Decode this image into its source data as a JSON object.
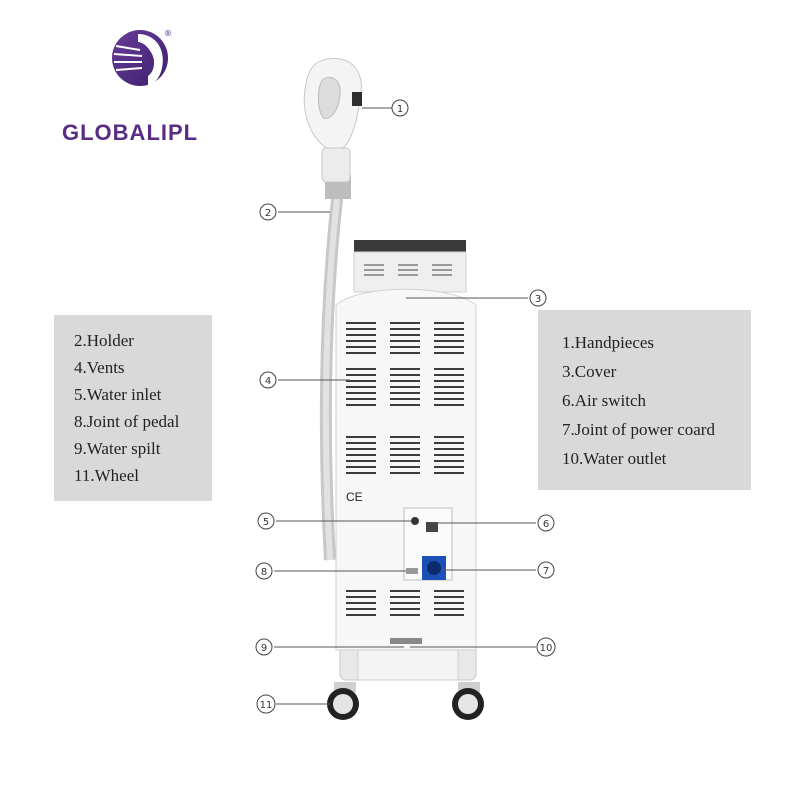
{
  "brand": {
    "logo_text": "GLOBALIPL",
    "registered_mark": "®",
    "color": "#5a2d84"
  },
  "legend_left": {
    "items": [
      "2.Holder",
      "4.Vents",
      "5.Water inlet",
      "8.Joint of pedal",
      "9.Water spilt",
      "11.Wheel"
    ]
  },
  "legend_right": {
    "items": [
      "1.Handpieces",
      "3.Cover",
      "6.Air switch",
      "7.Joint of power coard",
      "10.Water outlet"
    ]
  },
  "callouts": [
    "1",
    "2",
    "3",
    "4",
    "5",
    "6",
    "7",
    "8",
    "9",
    "10",
    "11"
  ],
  "machine": {
    "ce_mark": "CE"
  }
}
